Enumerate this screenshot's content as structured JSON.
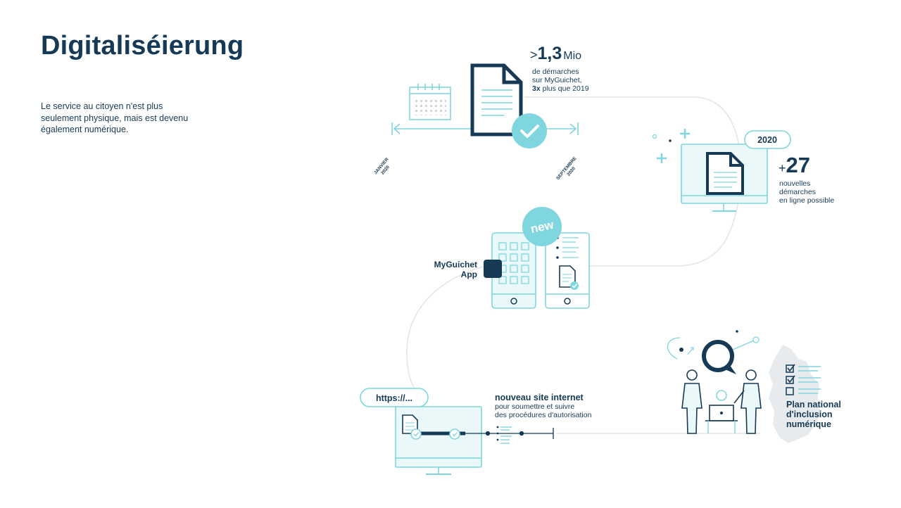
{
  "header": {
    "title": "Digitaliséierung",
    "intro_lines": [
      "Le service au citoyen n'est plus",
      "seulement physique, mais est devenu",
      "également numérique."
    ]
  },
  "milestones": {
    "demarches": {
      "prefix": ">",
      "number": "1,3",
      "unit": "Mio",
      "line1": "de démarches",
      "line2": "sur MyGuichet,",
      "line3_bold": "3x",
      "line3_rest": " plus que 2019"
    },
    "timeline": {
      "start": [
        "JANVIER",
        "2020"
      ],
      "end": [
        "SEPTEMBRE",
        "2020"
      ]
    },
    "online": {
      "year": "2020",
      "prefix": "+",
      "number": "27",
      "lines": [
        "nouvelles",
        "démarches",
        "en ligne possible"
      ]
    },
    "app": {
      "badge": "new",
      "lines": [
        "MyGuichet",
        "App"
      ]
    },
    "website": {
      "url": "https://...",
      "title": "nouveau site internet",
      "lines": [
        "pour soumettre et suivre",
        "des procédures d'autorisation"
      ]
    },
    "inclusion": {
      "lines": [
        "Plan national",
        "d'inclusion",
        "numérique"
      ]
    }
  },
  "colors": {
    "navy": "#163a56",
    "teal": "#7fd6de",
    "teal_light": "#eaf8fa",
    "path": "#e3e6e8"
  }
}
